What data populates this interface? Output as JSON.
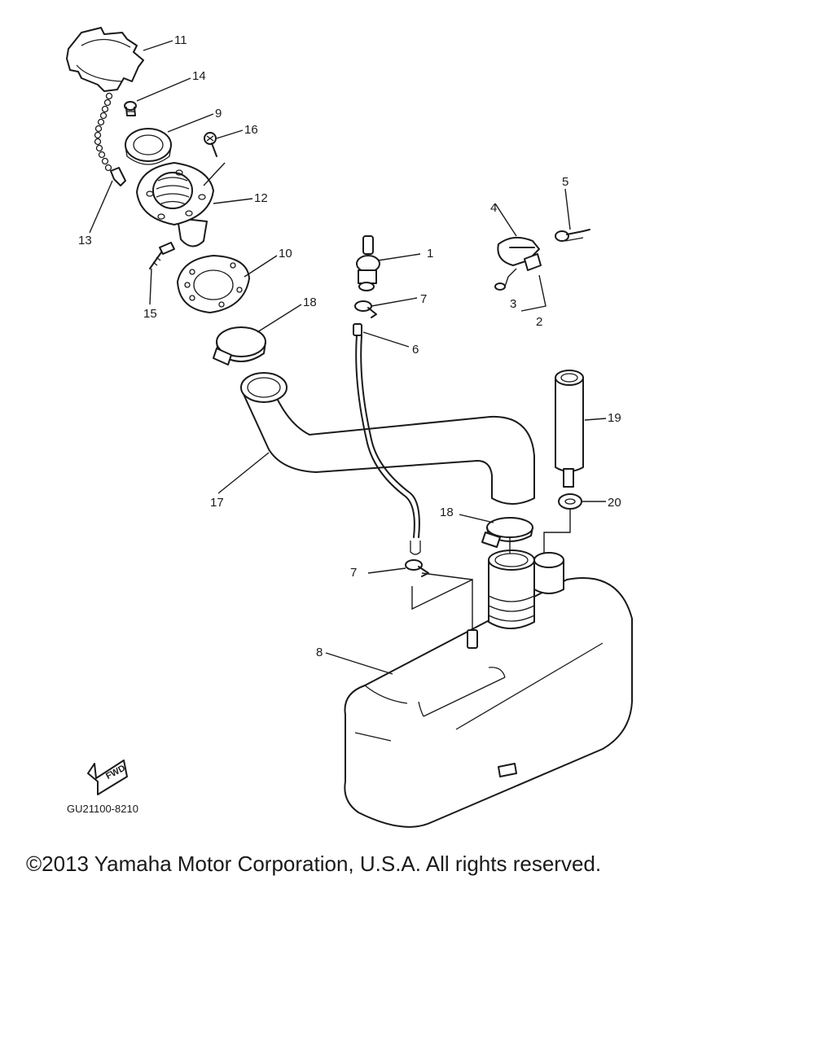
{
  "callouts": {
    "c1": "1",
    "c2": "2",
    "c3": "3",
    "c4": "4",
    "c5": "5",
    "c6": "6",
    "c7a": "7",
    "c7b": "7",
    "c8": "8",
    "c9": "9",
    "c10": "10",
    "c11": "11",
    "c12": "12",
    "c13": "13",
    "c14": "14",
    "c15": "15",
    "c16": "16",
    "c17": "17",
    "c18a": "18",
    "c18b": "18",
    "c19": "19",
    "c20": "20"
  },
  "fwd_label": "FWD",
  "diagram_code": "GU21100-8210",
  "copyright": "©2013 Yamaha Motor Corporation, U.S.A. All rights reserved."
}
